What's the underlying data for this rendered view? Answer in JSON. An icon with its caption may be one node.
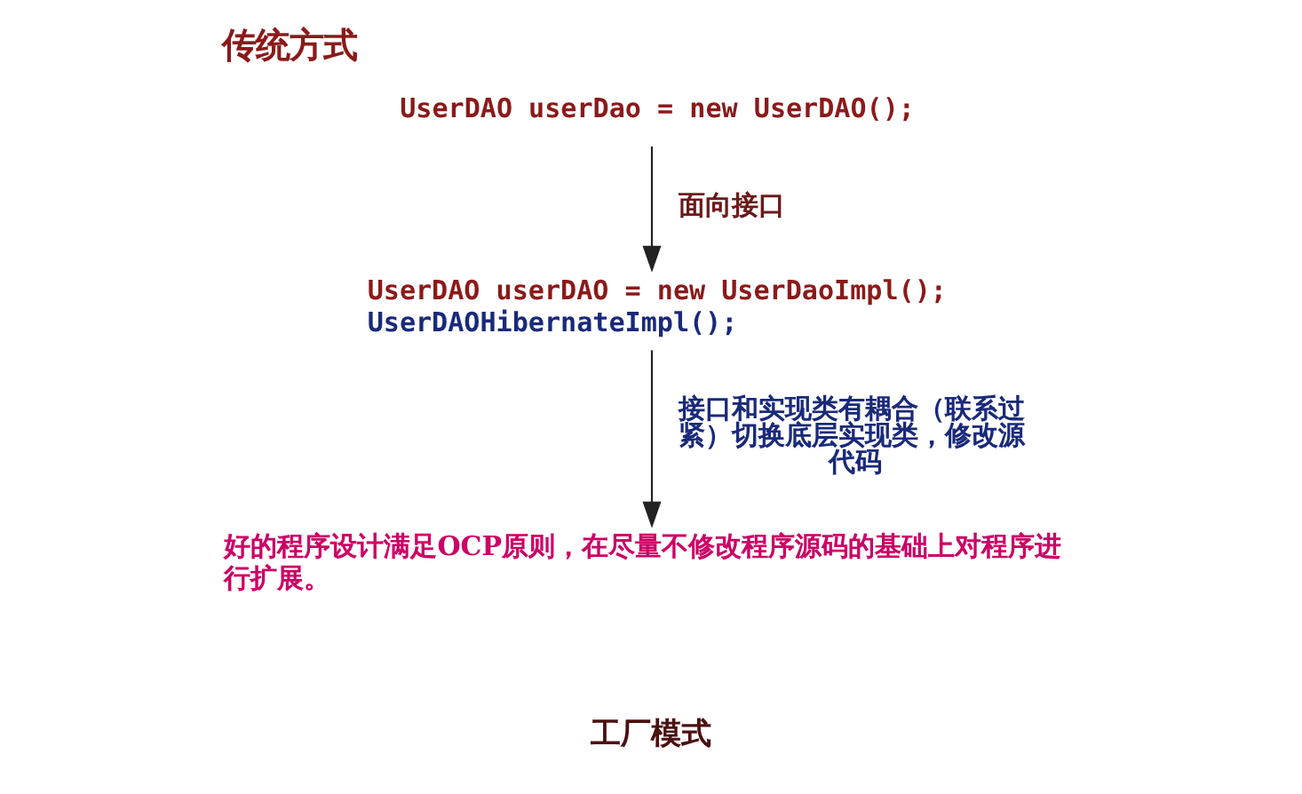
{
  "diagram": {
    "title": "传统方式",
    "nodes": [
      {
        "text": [
          "UserDAO userDao = new UserDAO();"
        ]
      },
      {
        "text": [
          "UserDAO userDAO = new UserDaoImpl();",
          "UserDAOHibernateImpl();"
        ]
      },
      {
        "text": [
          "好的程序设计满足OCP原则，在尽量不修改程序源码的基础上对程序进行扩展。"
        ]
      }
    ],
    "edges": [
      {
        "from": 0,
        "to": 1,
        "arrow": "to",
        "label": "面向接口"
      },
      {
        "from": 1,
        "to": 2,
        "arrow": "to",
        "label": "接口和实现类有耦合（联系过紧）切换底层实现类，修改源代码"
      }
    ],
    "labels": [
      "工厂模式"
    ]
  }
}
